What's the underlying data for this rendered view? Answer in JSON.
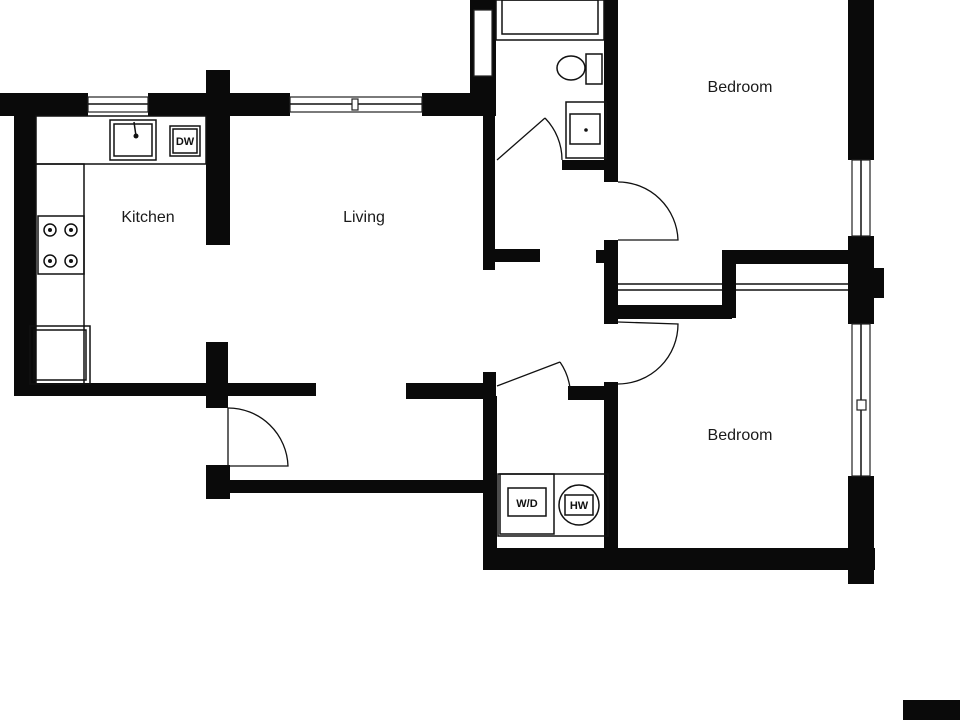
{
  "rooms": {
    "kitchen": "Kitchen",
    "living": "Living",
    "bedroom_top": "Bedroom",
    "bedroom_bottom": "Bedroom"
  },
  "appliances": {
    "dishwasher": "DW",
    "washer_dryer": "W/D",
    "water_heater": "HW"
  }
}
